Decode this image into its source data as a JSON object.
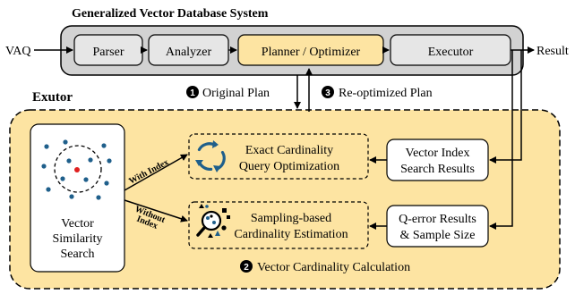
{
  "system": {
    "title": "Generalized Vector Database System",
    "input_label": "VAQ",
    "output_label": "Result",
    "modules": [
      "Parser",
      "Analyzer",
      "Planner / Optimizer",
      "Executor"
    ]
  },
  "flows": {
    "original_plan": {
      "number": "1",
      "label": "Original Plan"
    },
    "reoptimized_plan": {
      "number": "3",
      "label": "Re-optimized Plan"
    }
  },
  "exutor": {
    "title": "Exutor",
    "similarity_search": {
      "lines": [
        "Vector",
        "Similarity",
        "Search"
      ]
    },
    "edge_with_index": "With Index",
    "edge_without_index": {
      "lines": [
        "Without",
        "Index"
      ]
    },
    "exact_box": {
      "lines": [
        "Exact Cardinality",
        "Query Optimization"
      ]
    },
    "sampling_box": {
      "lines": [
        "Sampling-based",
        "Cardinality Estimation"
      ]
    },
    "index_results_box": {
      "lines": [
        "Vector Index",
        "Search Results"
      ]
    },
    "qerror_box": {
      "lines": [
        "Q-error Results",
        "& Sample Size"
      ]
    },
    "calc_caption": {
      "number": "2",
      "label": "Vector Cardinality Calculation"
    }
  },
  "colors": {
    "module_fill": "#e6e6e6",
    "planner_fill": "#fde4a2",
    "exutor_fill": "#fde4a2",
    "system_fill": "#d2d2d2",
    "dot_color": "#1f5f8b",
    "query_dot_color": "#e02020",
    "icon_color": "#1f5f8b"
  }
}
